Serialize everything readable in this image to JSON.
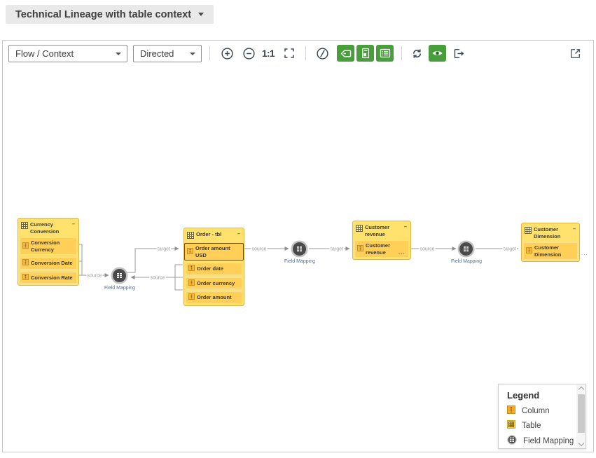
{
  "header": {
    "title": "Technical Lineage with table context"
  },
  "toolbar": {
    "layout_select": "Flow / Context",
    "direction_select": "Directed",
    "zoom_reset": "1:1",
    "icons": [
      "zoom-in",
      "zoom-out",
      "actual-size",
      "fit-to-screen",
      "disable-highlight",
      "tag",
      "report",
      "list",
      "refresh",
      "show-columns",
      "export",
      "open-in-new-window"
    ]
  },
  "diagram": {
    "tables": [
      {
        "title": "Currency Conversion",
        "collapse": "–",
        "columns": [
          {
            "name": "Conversion Currency"
          },
          {
            "name": "Conversion Date"
          },
          {
            "name": "Conversion Rate"
          }
        ]
      },
      {
        "title": "Order - tbl",
        "collapse": "–",
        "columns": [
          {
            "name": "Order amount USD",
            "selected": true
          },
          {
            "name": "Order date"
          },
          {
            "name": "Order currency"
          },
          {
            "name": "Order amount"
          }
        ]
      },
      {
        "title": "Customer revenue",
        "collapse": "–",
        "columns": [
          {
            "name": "Customer revenue",
            "suffix": "..."
          }
        ]
      },
      {
        "title": "Customer Dimension",
        "collapse": "–",
        "overflow": "...",
        "columns": [
          {
            "name": "Customer Dimension"
          }
        ]
      }
    ],
    "mappings": [
      {
        "label": "Field Mapping"
      },
      {
        "label": "Field Mapping"
      },
      {
        "label": "Field Mapping"
      }
    ],
    "edges": [
      {
        "label": "source"
      },
      {
        "label": "target"
      },
      {
        "label": "source"
      },
      {
        "label": "source"
      },
      {
        "label": "target"
      },
      {
        "label": "source"
      },
      {
        "label": "target"
      }
    ]
  },
  "legend": {
    "title": "Legend",
    "items": [
      {
        "icon": "column-icon",
        "label": "Column"
      },
      {
        "icon": "table-icon",
        "label": "Table"
      },
      {
        "icon": "field-mapping-icon",
        "label": "Field Mapping"
      }
    ]
  },
  "colors": {
    "accent_green": "#479E3B",
    "node_fill": "#FFE26D",
    "column_fill": "#FFCF58",
    "node_border": "#E0B44A",
    "edge": "#9B9B9B",
    "toolbar_icon": "#3D4A57"
  }
}
